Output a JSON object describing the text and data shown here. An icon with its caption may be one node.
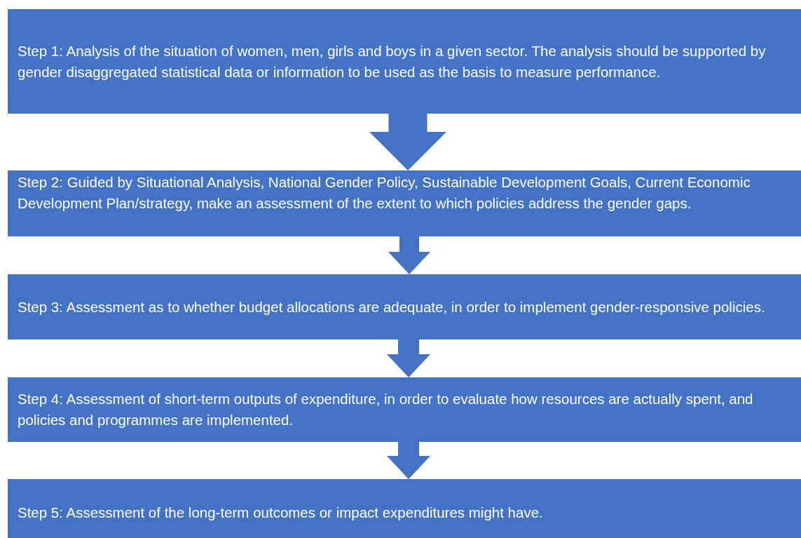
{
  "diagram": {
    "nodes": [
      {
        "text": [
          "Step 1: Analysis of the situation of women, men, girls and boys in a given sector. The analysis should be supported by gender disaggregated statistical data or information to be used as the basis to measure performance."
        ]
      },
      {
        "text": [
          "Step 2: Guided by  Situational Analysis, National Gender Policy, Sustainable Development Goals, Current Economic Development Plan/strategy, make an assessment of the extent to which policies address the gender gaps."
        ]
      },
      {
        "text": [
          "Step 3: Assessment as to whether budget allocations are adequate, in order to implement gender-responsive policies."
        ]
      },
      {
        "text": [
          "Step 4: Assessment of short-term outputs of expenditure, in order to evaluate how resources are actually spent, and policies and programmes are implemented."
        ]
      },
      {
        "text": [
          "Step 5: Assessment of the long-term outcomes or impact expenditures might have."
        ]
      }
    ],
    "edges": [
      {
        "from": 0,
        "to": 1,
        "arrow": "to"
      },
      {
        "from": 1,
        "to": 2,
        "arrow": "to"
      },
      {
        "from": 2,
        "to": 3,
        "arrow": "to"
      },
      {
        "from": 3,
        "to": 4,
        "arrow": "to"
      }
    ]
  }
}
